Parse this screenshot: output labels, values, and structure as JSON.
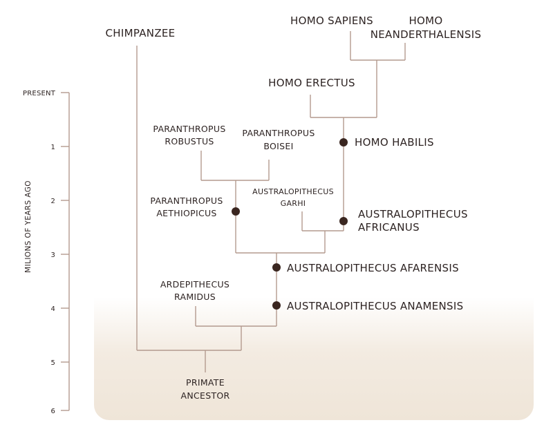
{
  "axis": {
    "title": "MILIONS OF YEARS AGO",
    "ticks": [
      "PRESENT",
      "1",
      "2",
      "3",
      "4",
      "5",
      "6"
    ]
  },
  "species": {
    "chimpanzee": "CHIMPANZEE",
    "homo_sapiens": "HOMO SAPIENS",
    "homo_neanderthalensis_1": "HOMO",
    "homo_neanderthalensis_2": "NEANDERTHALENSIS",
    "homo_erectus": "HOMO ERECTUS",
    "homo_habilis": "HOMO HABILIS",
    "paranthropus_robustus_1": "PARANTHROPUS",
    "paranthropus_robustus_2": "ROBUSTUS",
    "paranthropus_boisei_1": "PARANTHROPUS",
    "paranthropus_boisei_2": "BOISEI",
    "paranthropus_aethiopicus_1": "PARANTHROPUS",
    "paranthropus_aethiopicus_2": "AETHIOPICUS",
    "australopithecus_garhi_1": "AUSTRALOPITHECUS",
    "australopithecus_garhi_2": "GARHI",
    "australopithecus_africanus_1": "AUSTRALOPITHECUS",
    "australopithecus_africanus_2": "AFRICANUS",
    "australopithecus_afarensis": "AUSTRALOPITHECUS AFARENSIS",
    "ardepithecus_ramidus_1": "ARDEPITHECUS",
    "ardepithecus_ramidus_2": "RAMIDUS",
    "australopithecus_anamensis": "AUSTRALOPITHECUS ANAMENSIS",
    "primate_ancestor_1": "PRIMATE",
    "primate_ancestor_2": "ANCESTOR"
  },
  "colors": {
    "line": "#b39a8e",
    "node": "#3a2620",
    "text": "#2d2322",
    "panel": "#efe5d8"
  }
}
